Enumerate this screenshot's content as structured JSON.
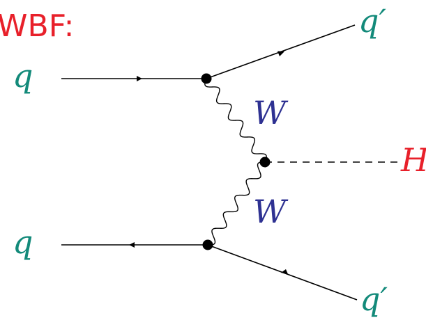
{
  "title": {
    "text": "WBF:",
    "color": "#e8202a"
  },
  "labels": {
    "quark_in_top": "q",
    "quark_in_bottom": "q",
    "quark_out_top": "q′",
    "quark_out_bottom": "q′",
    "boson_top": "W",
    "boson_bottom": "W",
    "higgs": "H"
  },
  "colors": {
    "quark": "#138a7a",
    "boson": "#2e3192",
    "higgs": "#e8202a",
    "lines": "#000000"
  }
}
